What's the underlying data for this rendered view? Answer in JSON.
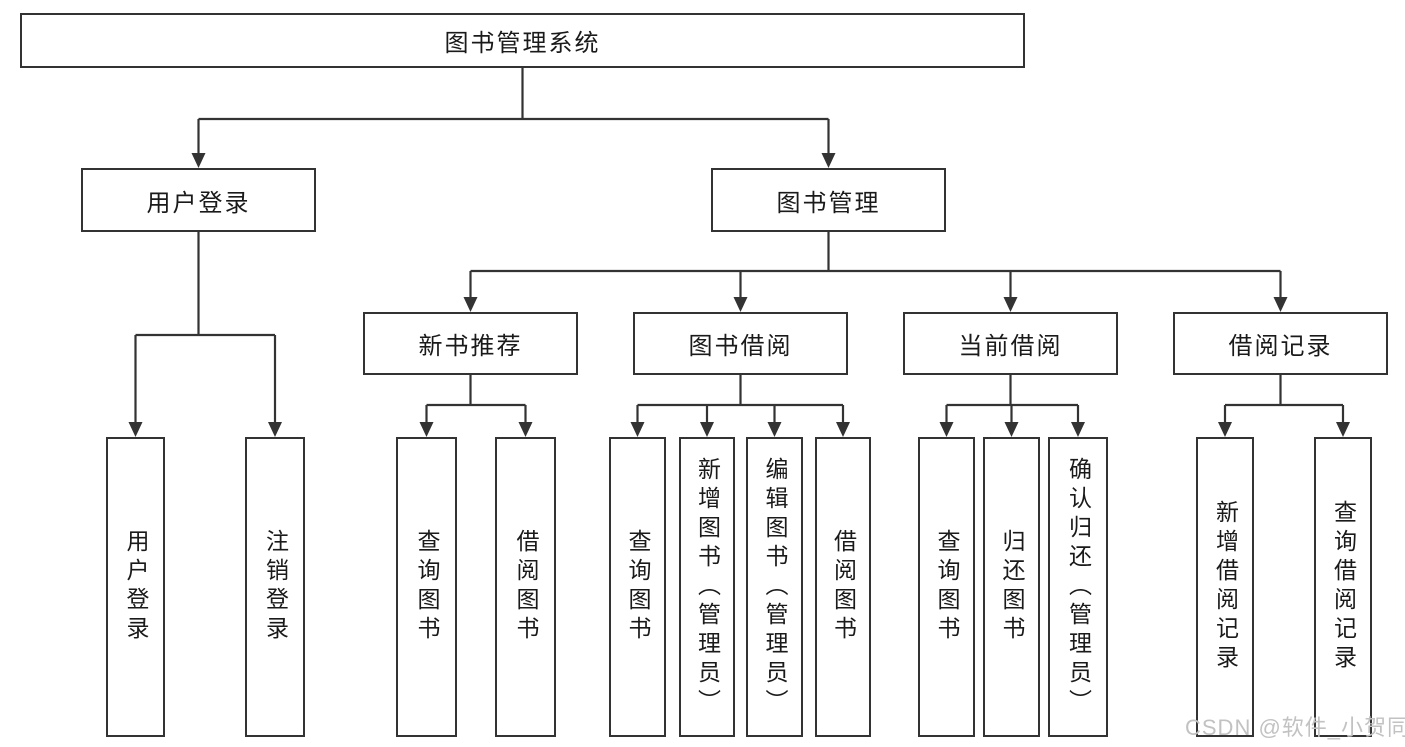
{
  "tree": {
    "label": "图书管理系统",
    "children": [
      {
        "label": "用户登录",
        "children": [
          {
            "label": "用户登录"
          },
          {
            "label": "注销登录"
          }
        ]
      },
      {
        "label": "图书管理",
        "children": [
          {
            "label": "新书推荐",
            "children": [
              {
                "label": "查询图书"
              },
              {
                "label": "借阅图书"
              }
            ]
          },
          {
            "label": "图书借阅",
            "children": [
              {
                "label": "查询图书"
              },
              {
                "label": "新增图书（管理员）"
              },
              {
                "label": "编辑图书（管理员）"
              },
              {
                "label": "借阅图书"
              }
            ]
          },
          {
            "label": "当前借阅",
            "children": [
              {
                "label": "查询图书"
              },
              {
                "label": "归还图书"
              },
              {
                "label": "确认归还（管理员）"
              }
            ]
          },
          {
            "label": "借阅记录",
            "children": [
              {
                "label": "新增借阅记录"
              },
              {
                "label": "查询借阅记录"
              }
            ]
          }
        ]
      }
    ]
  },
  "watermark": {
    "text": "CSDN @软件_小贺同学"
  },
  "colors": {
    "line": "#333333",
    "text": "#1a1a1a",
    "background": "#ffffff",
    "watermark": "#c2c2c2"
  }
}
